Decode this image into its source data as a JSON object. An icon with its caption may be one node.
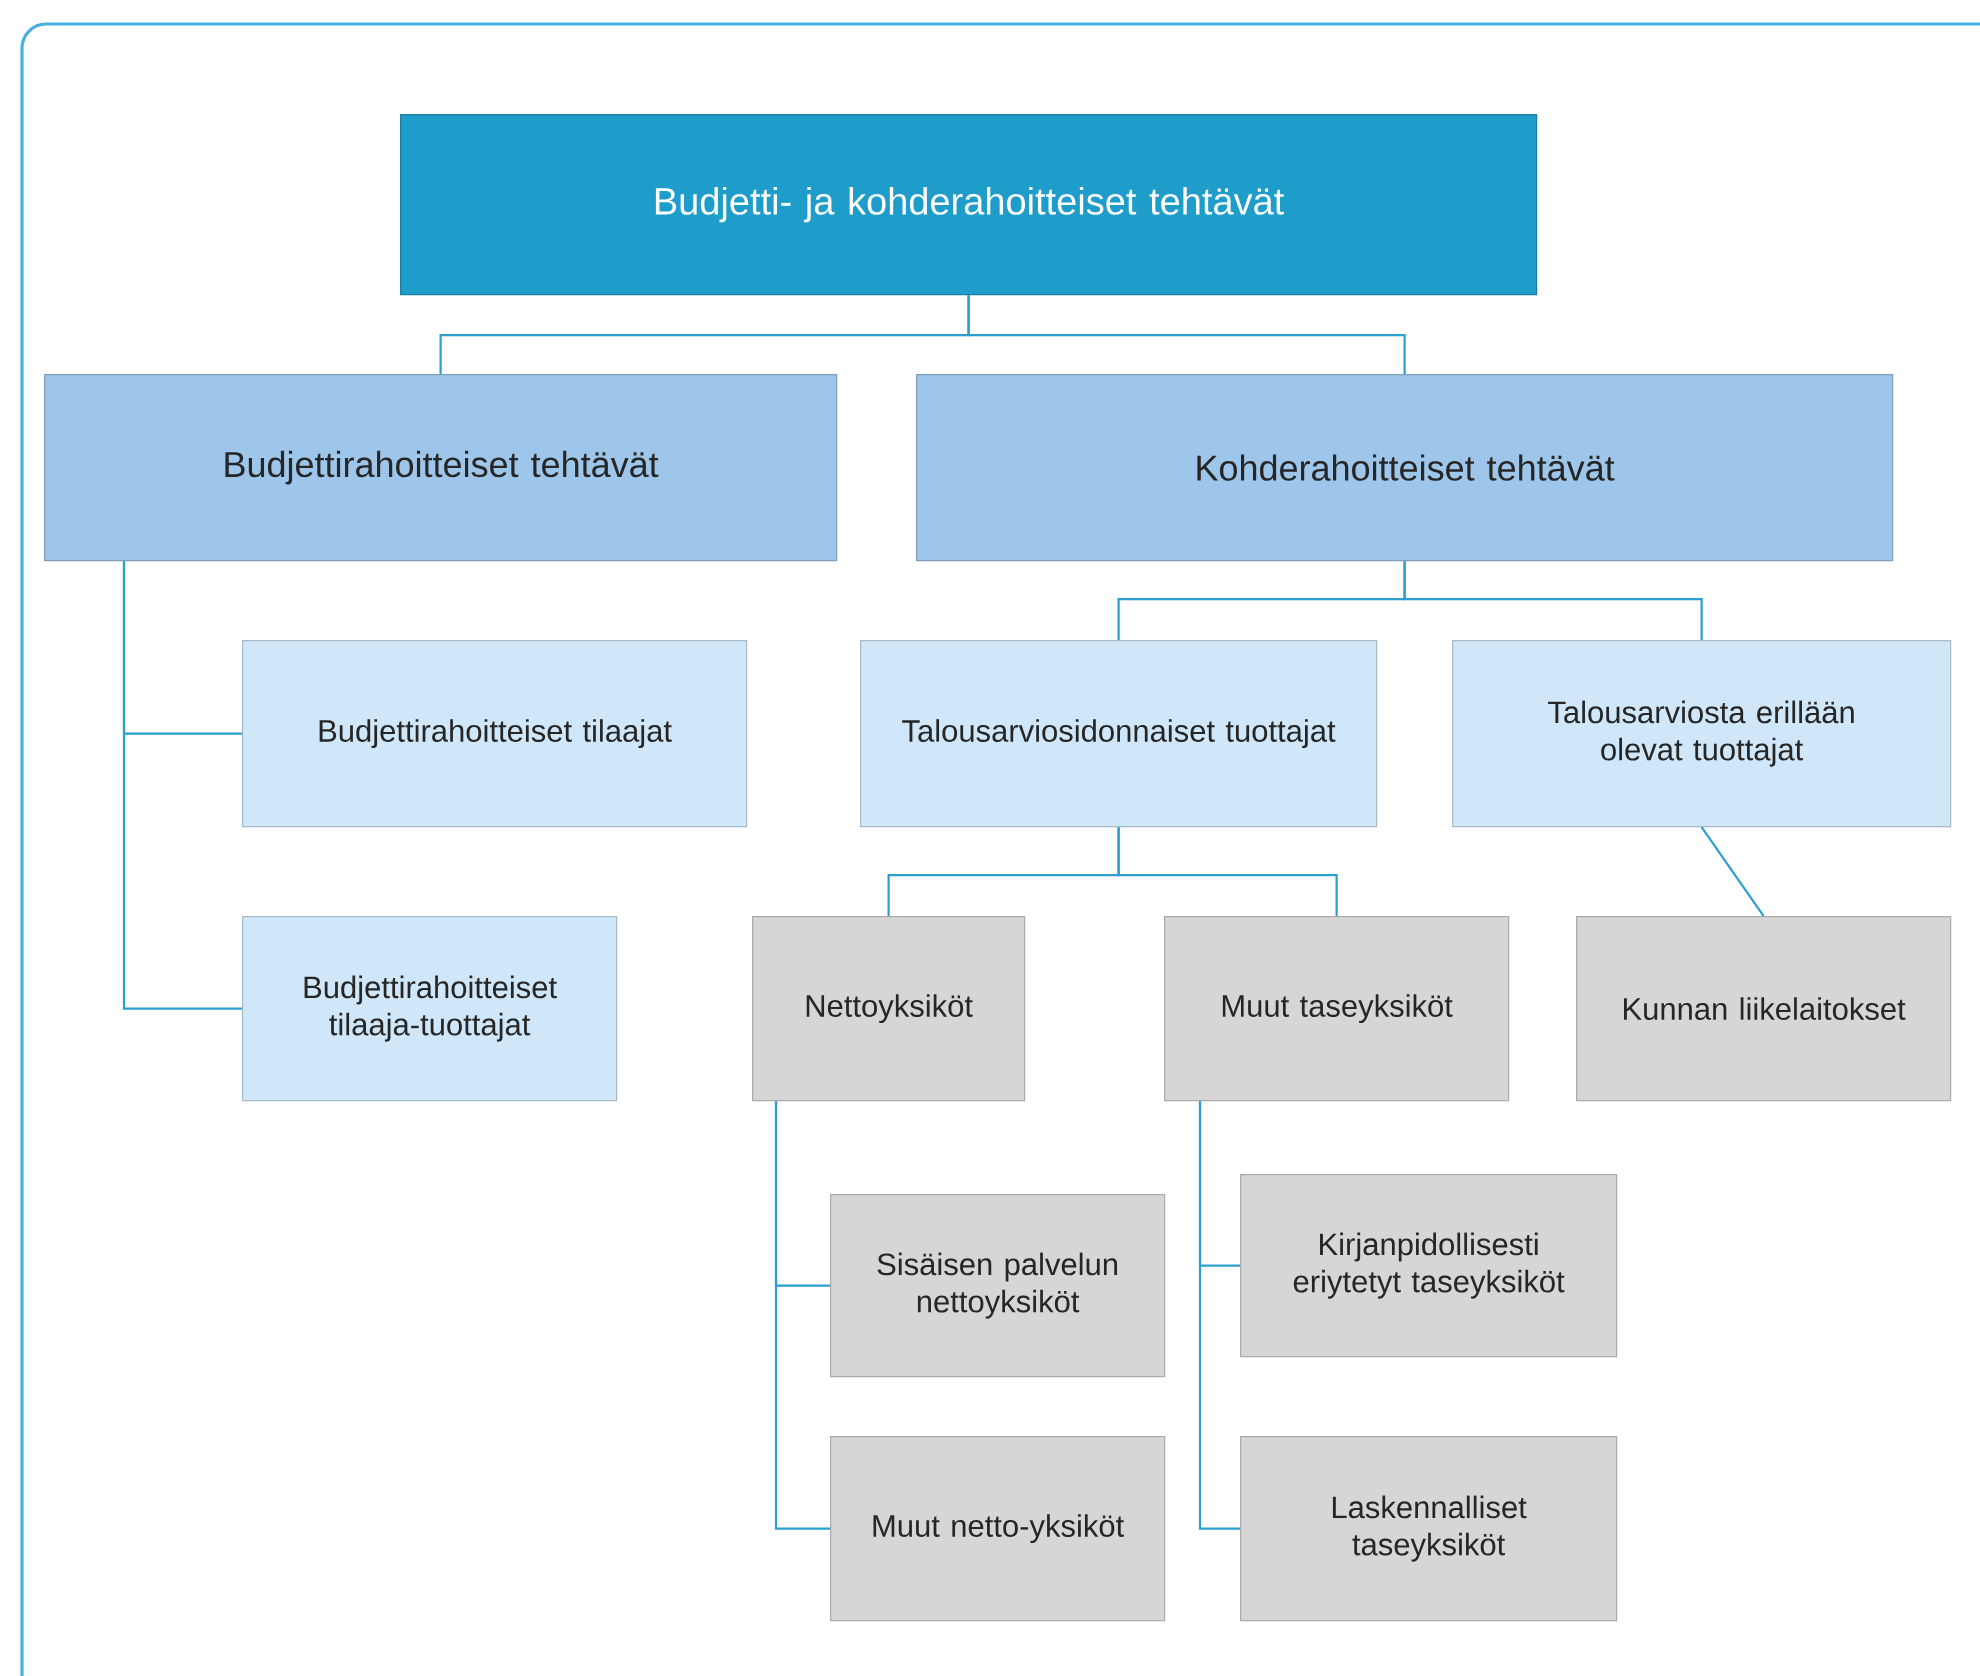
{
  "diagram": {
    "nodes": [
      {
        "text": [
          "Budjetti- ja kohderahoitteiset tehtävät"
        ]
      },
      {
        "text": [
          "Budjettirahoitteiset tehtävät"
        ]
      },
      {
        "text": [
          "Kohderahoitteiset tehtävät"
        ]
      },
      {
        "text": [
          "Budjettirahoitteiset tilaajat"
        ]
      },
      {
        "text": [
          "Budjettirahoitteiset tilaaja-tuottajat"
        ]
      },
      {
        "text": [
          "Talousarviosidonnaiset tuottajat"
        ]
      },
      {
        "text": [
          "Talousarviosta erillään olevat tuottajat"
        ]
      },
      {
        "text": [
          "Nettoyksiköt"
        ]
      },
      {
        "text": [
          "Muut taseyksiköt"
        ]
      },
      {
        "text": [
          "Kunnan liikelaitokset"
        ]
      },
      {
        "text": [
          "Sisäisen palvelun nettoyksiköt"
        ]
      },
      {
        "text": [
          "Muut netto-yksiköt"
        ]
      },
      {
        "text": [
          "Kirjanpidollisesti eriytetyt taseyksiköt"
        ]
      },
      {
        "text": [
          "Laskennalliset taseyksiköt"
        ]
      }
    ],
    "edges": [
      {
        "from": 0,
        "to": 1,
        "arrow": "none"
      },
      {
        "from": 0,
        "to": 2,
        "arrow": "none"
      },
      {
        "from": 1,
        "to": 3,
        "arrow": "none"
      },
      {
        "from": 1,
        "to": 4,
        "arrow": "none"
      },
      {
        "from": 2,
        "to": 5,
        "arrow": "none"
      },
      {
        "from": 2,
        "to": 6,
        "arrow": "none"
      },
      {
        "from": 5,
        "to": 7,
        "arrow": "none"
      },
      {
        "from": 5,
        "to": 8,
        "arrow": "none"
      },
      {
        "from": 6,
        "to": 9,
        "arrow": "none"
      },
      {
        "from": 7,
        "to": 10,
        "arrow": "none"
      },
      {
        "from": 7,
        "to": 11,
        "arrow": "none"
      },
      {
        "from": 8,
        "to": 12,
        "arrow": "none"
      },
      {
        "from": 8,
        "to": 13,
        "arrow": "none"
      }
    ]
  }
}
